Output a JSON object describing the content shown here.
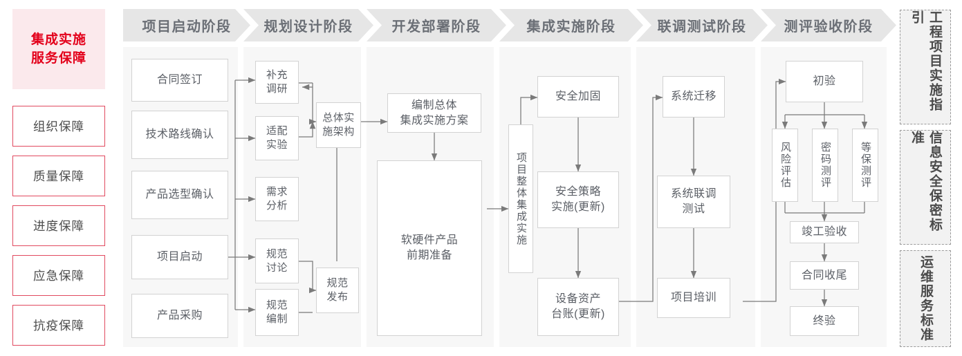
{
  "sidebar": {
    "title": "集成实施\n服务保障",
    "title_line1": "集成实施",
    "title_line2": "服务保障",
    "items": [
      {
        "label": "组织保障"
      },
      {
        "label": "质量保障"
      },
      {
        "label": "进度保障"
      },
      {
        "label": "应急保障"
      },
      {
        "label": "抗疫保障"
      }
    ],
    "accent_color": "#e3001b",
    "border_color": "#e1495f",
    "title_bg": "#fbe9ec"
  },
  "phases": [
    {
      "id": "startup",
      "label": "项目启动阶段"
    },
    {
      "id": "planning",
      "label": "规划设计阶段"
    },
    {
      "id": "development",
      "label": "开发部署阶段"
    },
    {
      "id": "integration",
      "label": "集成实施阶段"
    },
    {
      "id": "testing",
      "label": "联调测试阶段"
    },
    {
      "id": "acceptance",
      "label": "测评验收阶段"
    }
  ],
  "nodes": {
    "startup": [
      {
        "label": "合同签订"
      },
      {
        "label": "技术路线确认"
      },
      {
        "label": "产品选型确认"
      },
      {
        "label": "项目启动"
      },
      {
        "label": "产品采购"
      }
    ],
    "planning": [
      {
        "label": "补充\n调研"
      },
      {
        "label": "适配\n实验"
      },
      {
        "label": "需求\n分析"
      },
      {
        "label": "规范\n讨论"
      },
      {
        "label": "规范\n编制"
      },
      {
        "label": "总体实\n施架构"
      },
      {
        "label": "规范\n发布"
      }
    ],
    "development": [
      {
        "label": "编制总体\n集成实施方案"
      },
      {
        "label": "软硬件产品\n前期准备"
      }
    ],
    "integration": [
      {
        "label": "项目整体集成实施"
      },
      {
        "label": "安全加固"
      },
      {
        "label": "安全策略\n实施(更新)"
      },
      {
        "label": "设备资产\n台账(更新)"
      }
    ],
    "testing": [
      {
        "label": "系统迁移"
      },
      {
        "label": "系统联调\n测试"
      },
      {
        "label": "项目培训"
      }
    ],
    "acceptance": [
      {
        "label": "初验"
      },
      {
        "label": "风险评估"
      },
      {
        "label": "密码测评"
      },
      {
        "label": "等保测评"
      },
      {
        "label": "竣工验收"
      },
      {
        "label": "合同收尾"
      },
      {
        "label": "终验"
      }
    ]
  },
  "standards": [
    {
      "label": "工程项目实施指引"
    },
    {
      "label": "信息安全保密标准"
    },
    {
      "label": "运维服务标准"
    }
  ],
  "colors": {
    "phase_header_bg": "#e6e6e6",
    "phase_header_text": "#6b6f76",
    "column_bg": "#f7f7f7",
    "node_border": "#d2d2d2",
    "node_text": "#5b5f66",
    "wire": "#7a7a7a",
    "dashed_border": "#9a9a9a",
    "std_bg": "#f2f2f2"
  }
}
